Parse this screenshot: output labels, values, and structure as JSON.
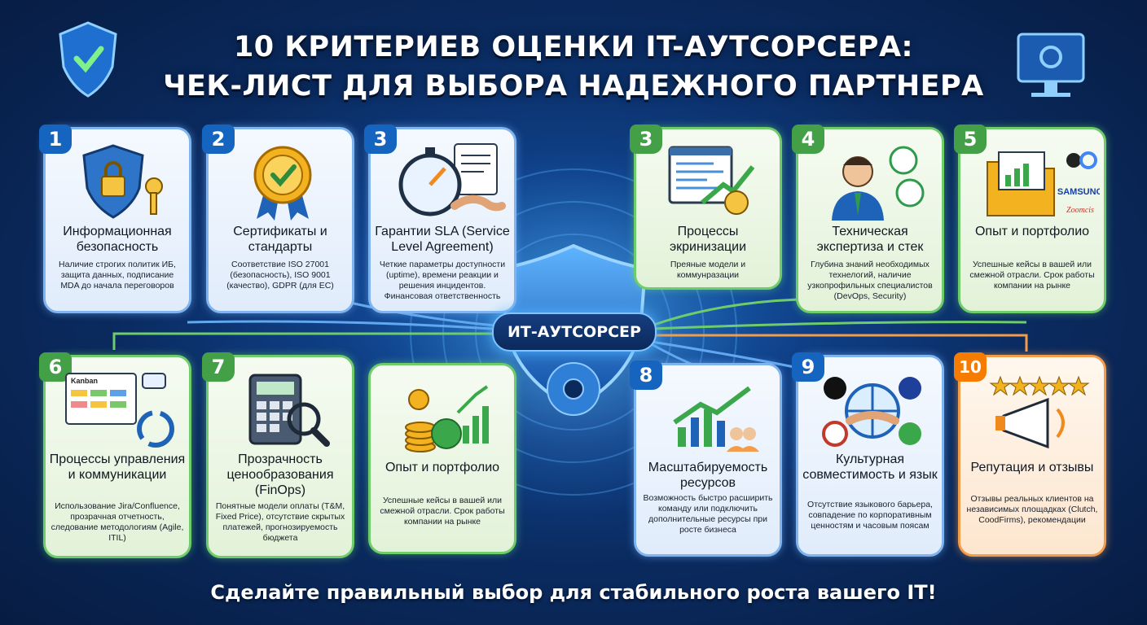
{
  "title": {
    "line1": "10 КРИТЕРИЕВ ОЦЕНКИ IT-АУТСОРСЕРА:",
    "line2": "ЧЕК-ЛИСТ ДЛЯ ВЫБОРА НАДЕЖНОГО ПАРТНЕРА"
  },
  "center_label": "ИТ-АУТСОРСЕР",
  "footer": "Сделайте правильный выбор для стабильного роста вашего IT!",
  "colors": {
    "blue": "#7fb4ee",
    "green": "#6fcc6b",
    "orange": "#f39c4a",
    "background": "#0a2a5e"
  },
  "cards": [
    {
      "number": "1",
      "title": "Информационная безопасность",
      "description": "Наличие строгих политик ИБ, защита данных, подписание MDA до начала переговоров",
      "icon": "shield-lock-icon"
    },
    {
      "number": "2",
      "title": "Сертификаты и стандарты",
      "description": "Соответствие ISO 27001 (безопасность), ISO 9001 (качество), GDPR (для ЕС)",
      "icon": "certificate-medal-icon"
    },
    {
      "number": "3",
      "title": "Гарантии SLA (Service Level Agreement)",
      "description": "Четкие параметры доступности (uptime), времени реакции и решения инцидентов. Финансовая ответственность",
      "icon": "stopwatch-handshake-icon"
    },
    {
      "number": "3",
      "title": "Процессы экринизации",
      "description": "Преяные модели и коммунразации",
      "icon": "code-growth-icon"
    },
    {
      "number": "4",
      "title": "Техническая экспертиза и стек",
      "description": "Глубина знаний необходимых технелогий, наличие узкопрофильных специалистов (DevOps, Security)",
      "icon": "developer-icon"
    },
    {
      "number": "5",
      "title": "Опыт и портфолио",
      "description": "Успешные кейсы в вашей или смежной отрасли. Срок работы компании на рынке",
      "icon": "portfolio-folder-icon",
      "brands": [
        "SAMSUNG",
        "Zoomcis"
      ]
    },
    {
      "number": "6",
      "title": "Процессы управления и коммуникации",
      "description": "Использование Jira/Confluence, прозрачная отчетность, следование методологиям (Agile, ITIL)",
      "icon": "kanban-board-icon",
      "board_label": "Kanban"
    },
    {
      "number": "7",
      "title": "Прозрачность ценообразования (FinOps)",
      "description": "Понятные модели оплаты (T&M, Fixed Price), отсутствие скрытых платежей, прогнозируемость бюджета",
      "icon": "calculator-icon"
    },
    {
      "number": "",
      "title": "Опыт и портфолио",
      "description": "Успешные кейсы в вашей или смежной отрасли. Срок работы компании на рынке",
      "icon": "coins-chart-icon"
    },
    {
      "number": "8",
      "title": "Масштабируемость ресурсов",
      "description": "Возможность быстро расширить команду или подключить дополнительные ресурсы при росте бизнеса",
      "icon": "growth-team-icon"
    },
    {
      "number": "9",
      "title": "Культурная совместимость и язык",
      "description": "Отсутствие языкового барьера, совпадение по корпоративным ценностям и часовым поясам",
      "icon": "globe-flags-icon"
    },
    {
      "number": "10",
      "title": "Репутация и отзывы",
      "description": "Отзывы реальных клиентов на независимых площадках (Clutch, CoodFirms), рекомендации",
      "icon": "megaphone-stars-icon"
    }
  ]
}
